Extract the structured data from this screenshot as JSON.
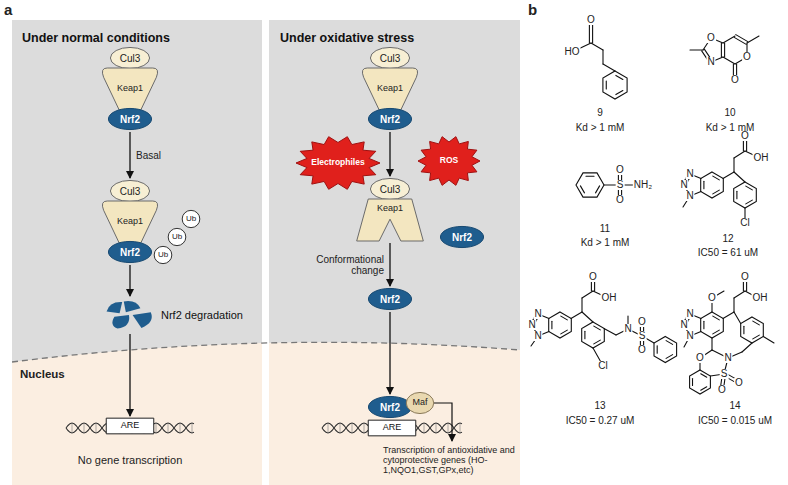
{
  "diagram": {
    "nodes": [
      {
        "text": [
          "Under normal conditions"
        ]
      },
      {
        "text": [
          "Cul3"
        ],
        "in": 0
      },
      {
        "text": [
          "Keap1"
        ],
        "in": 0
      },
      {
        "text": [
          "Nrf2"
        ],
        "in": 0
      },
      {
        "text": [
          "Cul3"
        ],
        "in": 0
      },
      {
        "text": [
          "Keap1"
        ],
        "in": 0
      },
      {
        "text": [
          "Nrf2"
        ],
        "in": 0
      },
      {
        "text": [
          "Ub"
        ],
        "in": 0
      },
      {
        "text": [
          "Ub"
        ],
        "in": 0
      },
      {
        "text": [
          "Ub"
        ],
        "in": 0
      },
      {
        "text": [
          "Nrf2 degradation"
        ],
        "in": 0
      },
      {
        "text": [
          "ARE"
        ],
        "in": 0
      },
      {
        "text": [
          "Under oxidative stress"
        ]
      },
      {
        "text": [
          "Cul3"
        ],
        "in": 12
      },
      {
        "text": [
          "Keap1"
        ],
        "in": 12
      },
      {
        "text": [
          "Nrf2"
        ],
        "in": 12
      },
      {
        "text": [
          "Electrophiles"
        ],
        "in": 12
      },
      {
        "text": [
          "ROS"
        ],
        "in": 12
      },
      {
        "text": [
          "Cul3"
        ],
        "in": 12
      },
      {
        "text": [
          "Keap1"
        ],
        "in": 12
      },
      {
        "text": [
          "Nrf2"
        ],
        "in": 12
      },
      {
        "text": [
          "Nrf2"
        ],
        "in": 12
      },
      {
        "text": [
          "Nrf2"
        ],
        "in": 12
      },
      {
        "text": [
          "Maf"
        ],
        "in": 12
      },
      {
        "text": [
          "ARE"
        ],
        "in": 12
      }
    ],
    "edges": [
      {
        "from": 3,
        "to": 4,
        "arrow": "to",
        "label": "Basal"
      },
      {
        "from": 6,
        "to": 10,
        "arrow": "to"
      },
      {
        "from": 10,
        "to": 11,
        "arrow": "to"
      },
      {
        "from": 15,
        "to": 18,
        "arrow": "to"
      },
      {
        "from": 19,
        "to": 21,
        "arrow": "to",
        "label": "Conformational change"
      },
      {
        "from": 21,
        "to": 22,
        "arrow": "to"
      }
    ],
    "labels": [
      "a",
      "b",
      "No gene transcription",
      "Nucleus",
      "Transcription of antioxidative and cytoprotective genes (HO-1,NQO1,GST,GPx,etc)",
      "HO",
      "O",
      "9",
      "Kd > 1 mM",
      "O",
      "N",
      "O",
      "O",
      "10",
      "Kd > 1 mM",
      "O",
      "S",
      "O",
      "NH₂",
      "11",
      "Kd > 1 mM",
      "O",
      "OH",
      "N",
      "N",
      "N",
      "Cl",
      "12",
      "IC50 = 61 uM",
      "O",
      "OH",
      "N",
      "N",
      "N",
      "Cl",
      "N",
      "S",
      "O",
      "O",
      "13",
      "IC50 = 0.27 uM",
      "O",
      "O",
      "OH",
      "N",
      "N",
      "N",
      "O",
      "N",
      "S",
      "O",
      "O",
      "14",
      "IC50 = 0.015 uM"
    ]
  }
}
